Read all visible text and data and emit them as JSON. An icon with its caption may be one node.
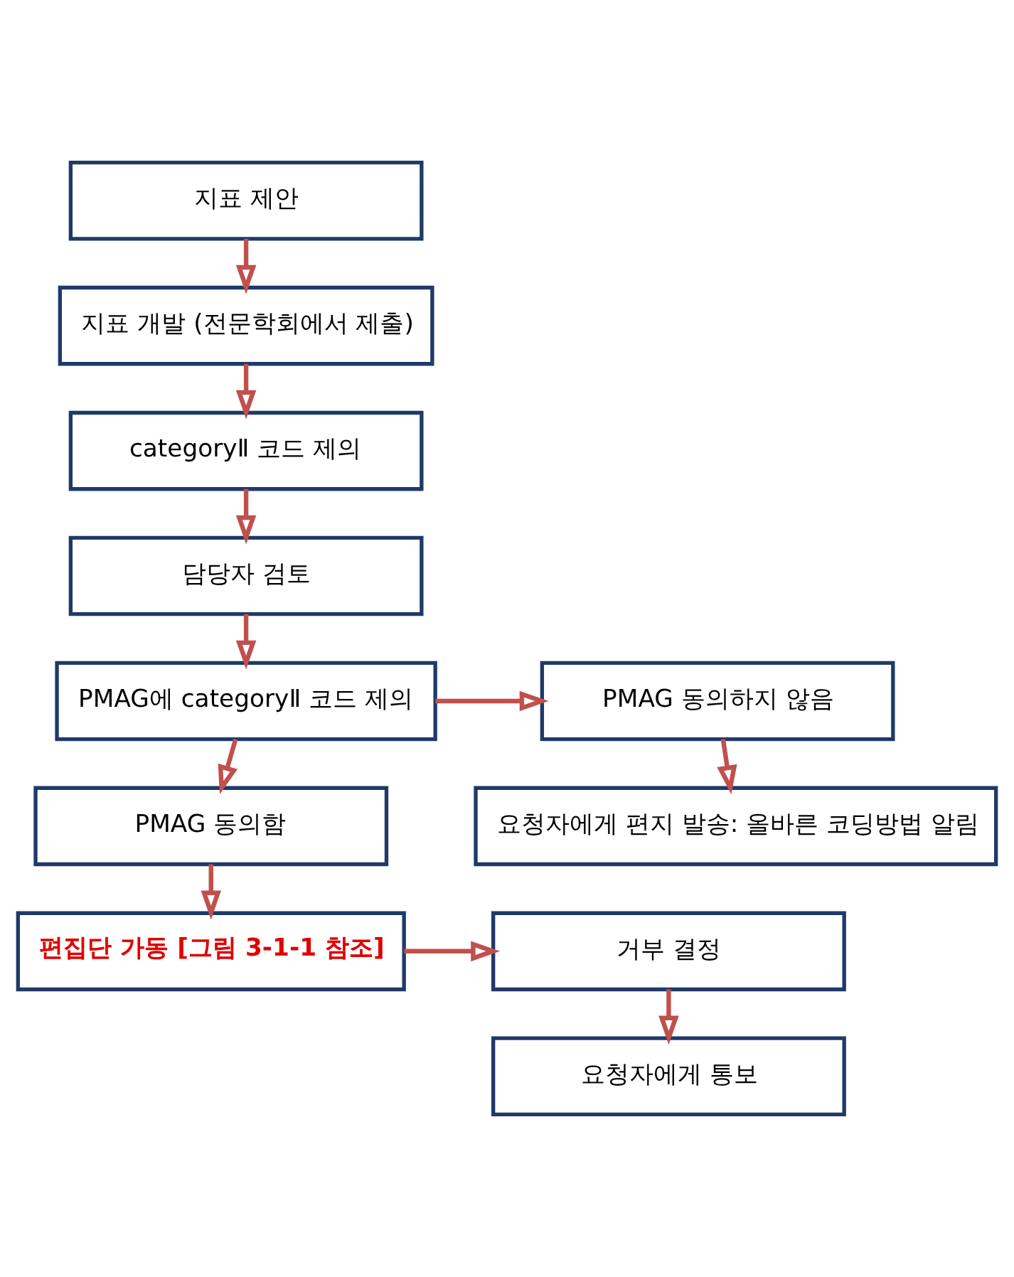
{
  "diagram": {
    "nodes": [
      {
        "text": [
          "지표 제안"
        ]
      },
      {
        "text": [
          "지표 개발 (전문학회에서 제출)"
        ]
      },
      {
        "text": [
          "categoryⅡ 코드 제의"
        ]
      },
      {
        "text": [
          "담당자 검토"
        ]
      },
      {
        "text": [
          "PMAG에 categoryⅡ 코드 제의"
        ]
      },
      {
        "text": [
          "PMAG 동의함"
        ]
      },
      {
        "text": [
          "편집단 가동 [그림 3-1-1 참조]"
        ]
      },
      {
        "text": [
          "PMAG 동의하지 않음"
        ]
      },
      {
        "text": [
          "요청자에게 편지 발송: 올바른 코딩방법 알림"
        ]
      },
      {
        "text": [
          "거부 결정"
        ]
      },
      {
        "text": [
          "요청자에게 통보"
        ]
      }
    ],
    "edges": [
      {
        "from": 0,
        "to": 1,
        "arrow": "to"
      },
      {
        "from": 1,
        "to": 2,
        "arrow": "to"
      },
      {
        "from": 2,
        "to": 3,
        "arrow": "to"
      },
      {
        "from": 3,
        "to": 4,
        "arrow": "to"
      },
      {
        "from": 4,
        "to": 5,
        "arrow": "to"
      },
      {
        "from": 5,
        "to": 6,
        "arrow": "to"
      },
      {
        "from": 4,
        "to": 7,
        "arrow": "to"
      },
      {
        "from": 7,
        "to": 8,
        "arrow": "to"
      },
      {
        "from": 6,
        "to": 9,
        "arrow": "to"
      },
      {
        "from": 9,
        "to": 10,
        "arrow": "to"
      }
    ]
  }
}
